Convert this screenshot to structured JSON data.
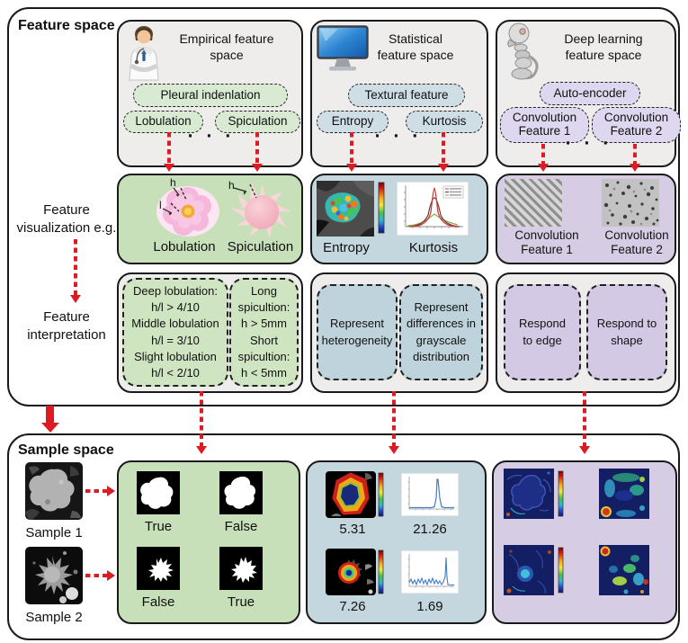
{
  "colors": {
    "arrow_red": "#de1b22",
    "panel_gray": "#eeedec",
    "green_box": "#c8e0ba",
    "green_pill": "#d9ead2",
    "blue_box": "#c4d6de",
    "blue_pill": "#cfdde5",
    "purple_box": "#d6cde5",
    "purple_pill": "#ded7ef",
    "border_black": "#1a1a1a"
  },
  "feature_space": {
    "title": "Feature space",
    "visualization_label_lines": [
      "Feature",
      "visualization e.g."
    ],
    "interpretation_label_lines": [
      "Feature",
      "interpretation"
    ],
    "empirical": {
      "title_lines": [
        "Empirical feature",
        "space"
      ],
      "pill_main": "Pleural indenlation",
      "pill_left": "Lobulation",
      "pill_right": "Spiculation",
      "dots": "· · ·",
      "viz_left_label": "Lobulation",
      "viz_right_label": "Spiculation",
      "annotation_h": "h",
      "annotation_l": "l",
      "interp_left_lines": [
        "Deep lobulation:",
        "h/l > 4/10",
        "Middle lobulation",
        "h/l = 3/10",
        "Slight lobulation",
        "h/l < 2/10"
      ],
      "interp_right_lines": [
        "Long",
        "spicultion:",
        "h > 5mm",
        "Short",
        "spicultion:",
        "h < 5mm"
      ]
    },
    "statistical": {
      "title_lines": [
        "Statistical",
        "feature space"
      ],
      "pill_main": "Textural feature",
      "pill_left": "Entropy",
      "pill_right": "Kurtosis",
      "dots": "· · ·",
      "viz_left_label": "Entropy",
      "viz_right_label": "Kurtosis",
      "interp_left_lines": [
        "Represent",
        "heterogeneity"
      ],
      "interp_right_lines": [
        "Represent",
        "differences in",
        "grayscale",
        "distribution"
      ]
    },
    "deep": {
      "title_lines": [
        "Deep learning",
        "feature space"
      ],
      "pill_main": "Auto-encoder",
      "pill_left_lines": [
        "Convolution",
        "Feature 1"
      ],
      "pill_right_lines": [
        "Convolution",
        "Feature 2"
      ],
      "dots": "· · ·",
      "viz_left_label_lines": [
        "Convolution",
        "Feature 1"
      ],
      "viz_right_label_lines": [
        "Convolution",
        "Feature 2"
      ],
      "interp_left_lines": [
        "Respond",
        "to edge"
      ],
      "interp_right_lines": [
        "Respond to",
        "shape"
      ]
    }
  },
  "sample_space": {
    "title": "Sample space",
    "sample1_label": "Sample 1",
    "sample2_label": "Sample 2",
    "empirical_results": {
      "r1c1": "True",
      "r1c2": "False",
      "r2c1": "False",
      "r2c2": "True"
    },
    "statistical_values": {
      "entropy1": "5.31",
      "kurtosis1": "21.26",
      "entropy2": "7.26",
      "kurtosis2": "1.69"
    }
  }
}
